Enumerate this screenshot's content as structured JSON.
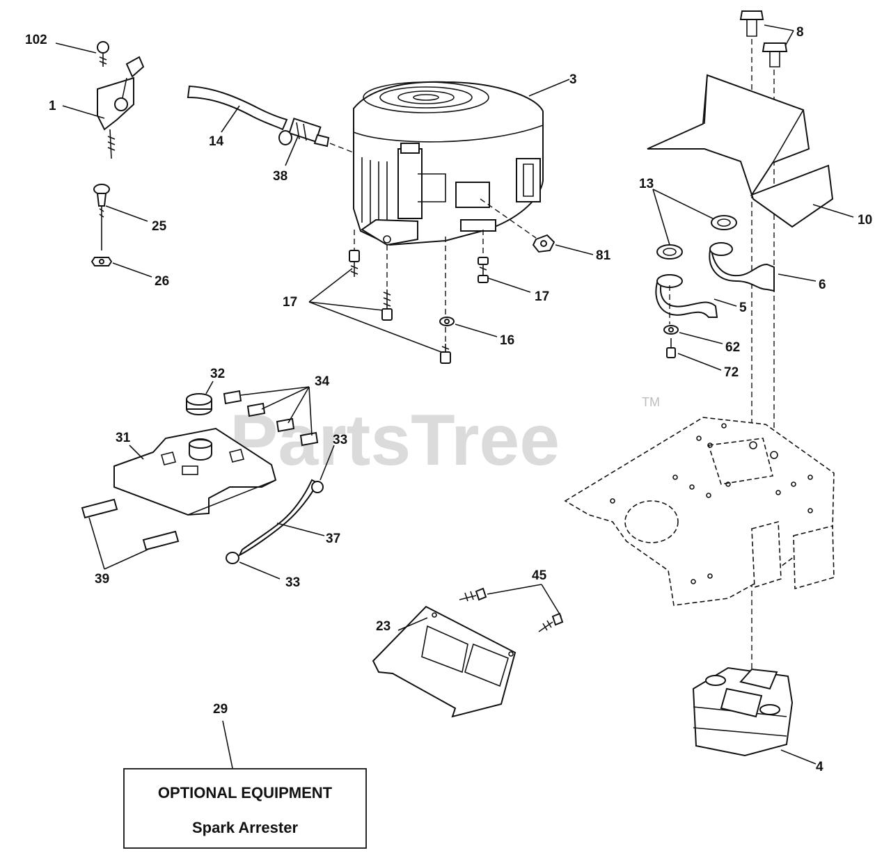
{
  "watermark": {
    "brand": "PartsTree",
    "trademark": "TM"
  },
  "callouts": {
    "c102": "102",
    "c1": "1",
    "c25": "25",
    "c26": "26",
    "c14": "14",
    "c38": "38",
    "c3": "3",
    "c81": "81",
    "c17a": "17",
    "c17b": "17",
    "c16": "16",
    "c8": "8",
    "c10": "10",
    "c13": "13",
    "c6": "6",
    "c5": "5",
    "c62": "62",
    "c72": "72",
    "c32": "32",
    "c34": "34",
    "c31": "31",
    "c33a": "33",
    "c33b": "33",
    "c37": "37",
    "c39": "39",
    "c45": "45",
    "c23": "23",
    "c29": "29",
    "c4": "4"
  },
  "optional_box": {
    "line1": "OPTIONAL EQUIPMENT",
    "line2": "Spark Arrester"
  }
}
